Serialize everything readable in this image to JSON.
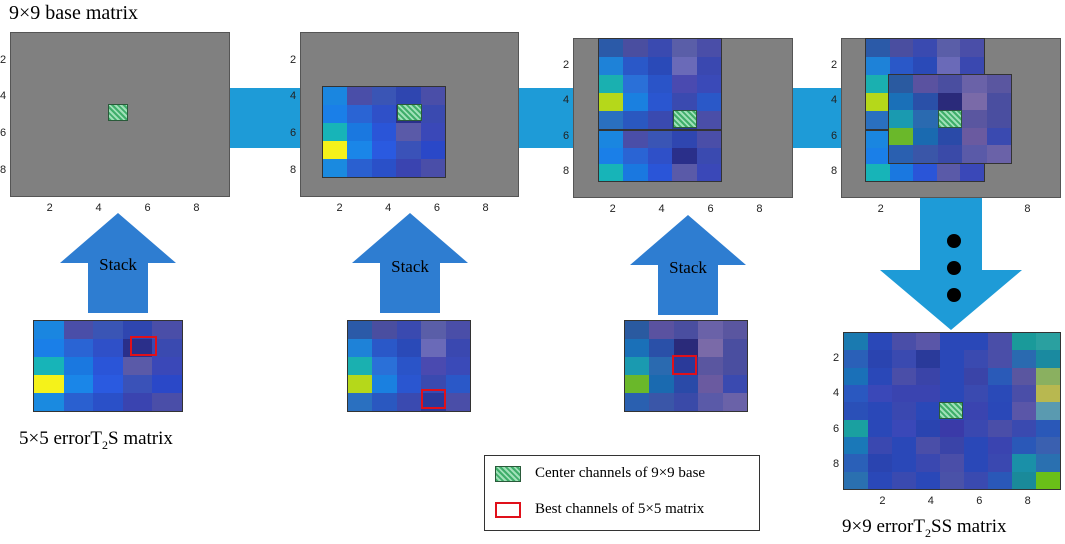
{
  "titles": {
    "base": "9×9 base matrix",
    "small_label": "5×5 errorT",
    "small_sub": "2",
    "small_suffix": "S matrix",
    "final_label": "9×9 errorT",
    "final_sub": "2",
    "final_suffix": "SS matrix"
  },
  "stack_label": "Stack",
  "legend": {
    "center": "Center channels of 9×9 base",
    "best": "Best channels of 5×5 matrix"
  },
  "axis_ticks": {
    "x": [
      "2",
      "4",
      "6",
      "8"
    ],
    "y": [
      "2",
      "4",
      "6",
      "8"
    ]
  },
  "colors": {
    "panel_gray": "#808080",
    "connector": "#1e9bd7",
    "arrow_blue": "#2e7dd1",
    "big_arrow": "#1e9bd7",
    "red": "#e0101a",
    "hatch_green": "#3fae6a"
  },
  "matrices": {
    "small1": [
      [
        "#1a86e0",
        "#4a4ea8",
        "#3a55b5",
        "#2f46b0",
        "#4a4ea8"
      ],
      [
        "#1a7fe8",
        "#2a64d4",
        "#2f50c8",
        "#2a2f8a",
        "#3a4ab0"
      ],
      [
        "#17b4b8",
        "#1a78e0",
        "#2a55d8",
        "#5a5aa8",
        "#3a48b8"
      ],
      [
        "#f5f21a",
        "#1a86e8",
        "#2a5ae0",
        "#3a52b8",
        "#2a48c8"
      ],
      [
        "#1a8ae0",
        "#2a60d0",
        "#2a50c8",
        "#3a44b0",
        "#4a4ea8"
      ]
    ],
    "small2": [
      [
        "#2b5aa8",
        "#4a4ea0",
        "#3a4ab0",
        "#5a5ea8",
        "#4a4ea8"
      ],
      [
        "#1e82d8",
        "#2a58c8",
        "#2a4ab8",
        "#6a6ab8",
        "#3a48b0"
      ],
      [
        "#1ab0b0",
        "#2a70d8",
        "#2a54c8",
        "#4a4ab0",
        "#3a4ab8"
      ],
      [
        "#b5d81a",
        "#1a80e0",
        "#2a56d0",
        "#3a4ab0",
        "#2a58c8"
      ],
      [
        "#2a70c0",
        "#2a58c0",
        "#3a4ab0",
        "#2a3a9a",
        "#4a4ea8"
      ]
    ],
    "small3": [
      [
        "#2a5aa0",
        "#5a52a0",
        "#4a4ea0",
        "#6a62a8",
        "#5a56a0"
      ],
      [
        "#1a70b8",
        "#2a50a8",
        "#2a2a7a",
        "#7a6aa8",
        "#4a4ea0"
      ],
      [
        "#1a9ab0",
        "#2a6ab0",
        "#2a3a9a",
        "#5a56a0",
        "#4a4ea0"
      ],
      [
        "#6ab82a",
        "#1a6ab0",
        "#2a4aa8",
        "#6a5aa0",
        "#3a4ab0"
      ],
      [
        "#2a60b0",
        "#3a56a8",
        "#3a4aa8",
        "#5a5aa8",
        "#6a62a8"
      ]
    ],
    "final": [
      [
        "#1a7ab0",
        "#2a48b8",
        "#4a4ea8",
        "#5a56a8",
        "#2a48b8",
        "#2a48b8",
        "#4a4ea8",
        "#1a9a9a",
        "#2aa0a0"
      ],
      [
        "#2a60b8",
        "#2a44b0",
        "#3a4ab0",
        "#2a3a9a",
        "#2a48b8",
        "#3a4ab0",
        "#4a4ea8",
        "#2a6ab0",
        "#1a8aa0"
      ],
      [
        "#1a70b8",
        "#2a48b8",
        "#4a4ea8",
        "#3a44a8",
        "#2a48b8",
        "#3a44a8",
        "#2a5ab8",
        "#5a56a0",
        "#8ab060"
      ],
      [
        "#2a58c0",
        "#3a48b8",
        "#3a44b0",
        "#3a44b0",
        "#2a48b8",
        "#3a4ab0",
        "#2a4ab8",
        "#4a4ea8",
        "#b8b850"
      ],
      [
        "#2a50b8",
        "#2a48b8",
        "#3a48b0",
        "#2a48b8",
        "#2a48b8",
        "#3a44b0",
        "#2a48b8",
        "#5a56a8",
        "#5a9ab0"
      ],
      [
        "#1aa0a0",
        "#2a48b8",
        "#3a48b8",
        "#2a44b0",
        "#3a3aa8",
        "#3a48b0",
        "#4a4ea8",
        "#3a4ab0",
        "#2a58b8"
      ],
      [
        "#1a78b8",
        "#3a48b0",
        "#2a48b8",
        "#4a4ea8",
        "#3a44a8",
        "#2a48b8",
        "#3a44b0",
        "#2a58b8",
        "#3a60b0"
      ],
      [
        "#2a60b8",
        "#2a44b0",
        "#2a48b8",
        "#3a48b0",
        "#4a4ea8",
        "#2a48b8",
        "#3a48b0",
        "#1a90a8",
        "#2a70b0"
      ],
      [
        "#2a70b0",
        "#2a48b8",
        "#3a4ab0",
        "#2a48b8",
        "#4a52a8",
        "#3a4ab0",
        "#2a58b8",
        "#1a8a9a",
        "#6ac018"
      ]
    ],
    "p2": [
      [
        "#1a86e0",
        "#4a4ea8",
        "#3a55b5",
        "#2f46b0",
        "#4a4ea8"
      ],
      [
        "#1a7fe8",
        "#2a64d4",
        "#2f50c8",
        "#2a2f8a",
        "#3a4ab0"
      ],
      [
        "#17b4b8",
        "#1a78e0",
        "#2a55d8",
        "#5a5aa8",
        "#3a48b8"
      ],
      [
        "#f5f21a",
        "#1a86e8",
        "#2a5ae0",
        "#3a52b8",
        "#2a48c8"
      ],
      [
        "#1a8ae0",
        "#2a60d0",
        "#2a50c8",
        "#3a44b0",
        "#4a4ea8"
      ]
    ],
    "p3top": [
      [
        "#2b5aa8",
        "#4a4ea0",
        "#3a4ab0",
        "#5a5ea8",
        "#4a4ea8"
      ],
      [
        "#1e82d8",
        "#2a58c8",
        "#2a4ab8",
        "#6a6ab8",
        "#3a48b0"
      ],
      [
        "#1ab0b0",
        "#2a70d8",
        "#2a54c8",
        "#4a4ab0",
        "#3a4ab8"
      ],
      [
        "#b5d81a",
        "#1a80e0",
        "#2a56d0",
        "#3a4ab0",
        "#2a58c8"
      ],
      [
        "#2a70c0",
        "#2a58c0",
        "#3a4ab0",
        "#2a3a9a",
        "#4a4ea8"
      ]
    ],
    "p3bot": [
      [
        "#1a86e0",
        "#4a4ea8",
        "#3a55b5",
        "#2f46b0",
        "#4a4ea8"
      ],
      [
        "#1a7fe8",
        "#2a64d4",
        "#2f50c8",
        "#2a2f8a",
        "#3a4ab0"
      ],
      [
        "#17b4b8",
        "#1a78e0",
        "#2a55d8",
        "#5a5aa8",
        "#3a48b8"
      ],
      [
        "#f5f21a",
        "#1a86e8",
        "#2a5ae0",
        "#3a52b8",
        "#2a48c8"
      ],
      [
        "#1a8ae0",
        "#2a60d0",
        "#2a50c8",
        "#3a44b0",
        "#4a4ea8"
      ]
    ],
    "p4right": [
      [
        "#2a5aa0",
        "#5a52a0",
        "#4a4ea0",
        "#6a62a8",
        "#5a56a0"
      ],
      [
        "#1a70b8",
        "#2a50a8",
        "#2a2a7a",
        "#7a6aa8",
        "#4a4ea0"
      ],
      [
        "#1a9ab0",
        "#2a6ab0",
        "#2a3a9a",
        "#5a56a0",
        "#4a4ea0"
      ],
      [
        "#6ab82a",
        "#1a6ab0",
        "#2a4aa8",
        "#6a5aa0",
        "#3a4ab0"
      ],
      [
        "#2a60b0",
        "#3a56a8",
        "#3a4aa8",
        "#5a5aa8",
        "#6a62a8"
      ]
    ]
  }
}
